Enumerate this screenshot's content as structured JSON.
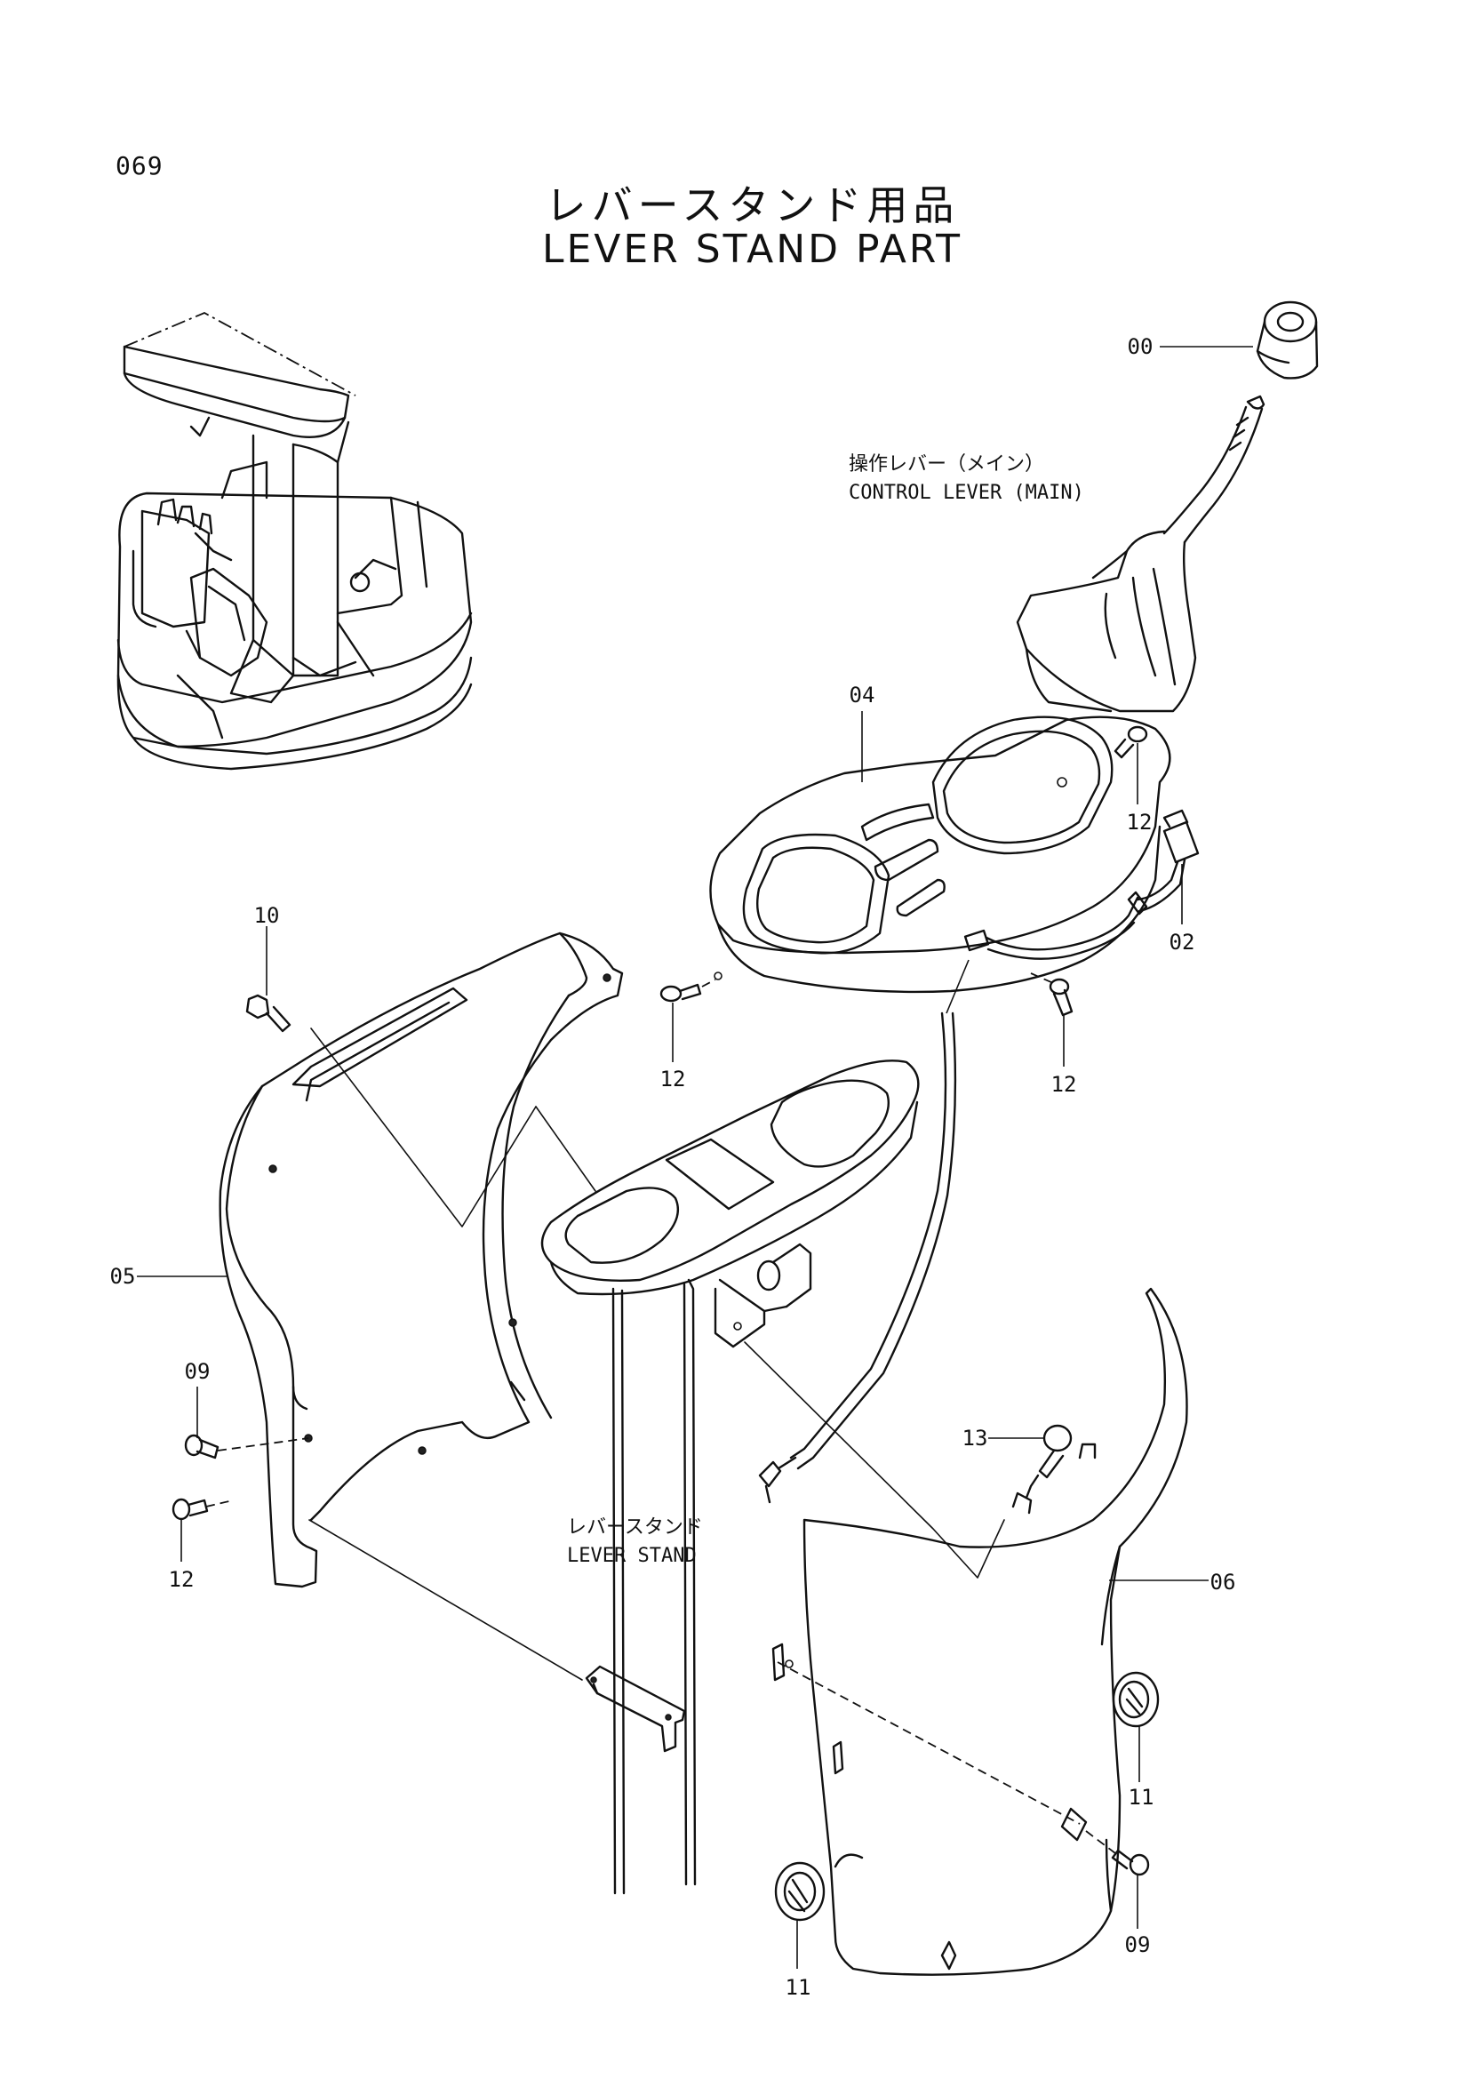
{
  "page_number": "069",
  "title_jp": "レバースタンド用品",
  "title_en": "LEVER STAND PART",
  "captions": {
    "control_lever_jp": "操作レバー（メイン）",
    "control_lever_en": "CONTROL LEVER (MAIN)",
    "lever_stand_jp": "レバースタンド",
    "lever_stand_en": "LEVER STAND"
  },
  "callouts": {
    "c00": "00",
    "c04": "04",
    "c12a": "12",
    "c02": "02",
    "c10": "10",
    "c12b": "12",
    "c12c": "12",
    "c05": "05",
    "c09a": "09",
    "c12d": "12",
    "c13": "13",
    "c06": "06",
    "c11a": "11",
    "c09b": "09",
    "c11b": "11"
  }
}
